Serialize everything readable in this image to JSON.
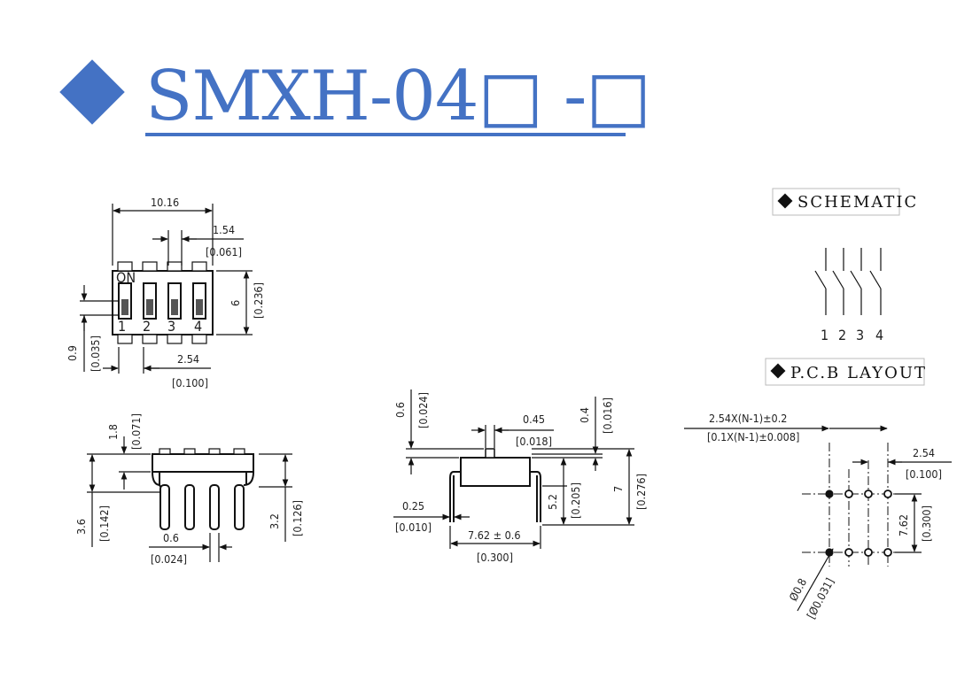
{
  "title": {
    "text": "SMXH-04□ -□"
  },
  "colors": {
    "accent": "#4472C4",
    "line": "#111111"
  },
  "schematic": {
    "header": "SCHEMATIC",
    "numbers": [
      "1",
      "2",
      "3",
      "4"
    ]
  },
  "pcb": {
    "header": "P.C.B LAYOUT",
    "pitch_formula": "2.54X(N-1)±0.2",
    "pitch_formula_inch": "[0.1X(N-1)±0.008]",
    "pitch": "2.54",
    "pitch_inch": "[0.100]",
    "row_spacing": "7.62",
    "row_spacing_inch": "[0.300]",
    "hole": "Ø0.8",
    "hole_inch": "[Ø0.031]"
  },
  "top_view": {
    "width": "10.16",
    "pitch_small": "1.54",
    "pitch_small_inch": "[0.061]",
    "height": "6",
    "height_inch": "[0.236]",
    "on_label": "ON",
    "switch_numbers": [
      "1",
      "2",
      "3",
      "4"
    ],
    "offset": "0.9",
    "offset_inch": "[0.035]",
    "pitch": "2.54",
    "pitch_inch": "[0.100]"
  },
  "front_view": {
    "top_height": "1.8",
    "top_height_inch": "[0.071]",
    "total_height": "3.6",
    "total_height_inch": "[0.142]",
    "pin_length": "3.2",
    "pin_length_inch": "[0.126]",
    "pin_width": "0.6",
    "pin_width_inch": "[0.024]"
  },
  "side_view": {
    "act_height": "0.6",
    "act_height_inch": "[0.024]",
    "act_width": "0.45",
    "act_width_inch": "[0.018]",
    "lip": "0.4",
    "lip_inch": "[0.016]",
    "body": "5.2",
    "body_inch": "[0.205]",
    "total": "7",
    "total_inch": "[0.276]",
    "pin_thk": "0.25",
    "pin_thk_inch": "[0.010]",
    "row_spacing": "7.62 ± 0.6",
    "row_spacing_inch": "[0.300]"
  }
}
